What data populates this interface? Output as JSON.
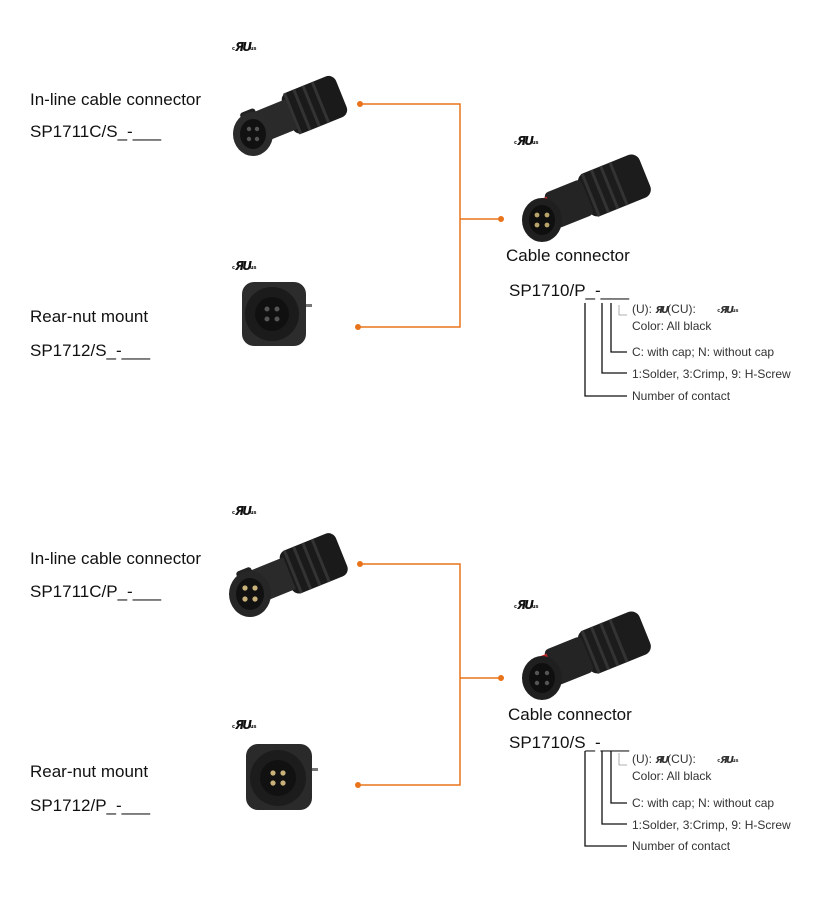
{
  "colors": {
    "link": "#e8731a",
    "ink": "#111111",
    "bracket": "#111111"
  },
  "cert_mark": {
    "c": "c",
    "r": "Я",
    "l": "U",
    "us": "us"
  },
  "set1": {
    "inline": {
      "title": "In-line cable connector",
      "code": "SP1711C/S_-___"
    },
    "rear": {
      "title": "Rear-nut mount",
      "code": "SP1712/S_-___"
    },
    "cable": {
      "title": "Cable connector",
      "code": "SP1710/P_-___"
    },
    "legend": {
      "cert_prefix": "(U):",
      "cert_mid": "(CU):",
      "color": "Color: All black",
      "cap": "C: with cap; N: without cap",
      "term": "1:Solder, 3:Crimp, 9: H-Screw",
      "contact": "Number of contact"
    }
  },
  "set2": {
    "inline": {
      "title": "In-line cable connector",
      "code": "SP1711C/P_-___"
    },
    "rear": {
      "title": "Rear-nut mount",
      "code": "SP1712/P_-___"
    },
    "cable": {
      "title": "Cable connector",
      "code": "SP1710/S_-___"
    },
    "legend": {
      "cert_prefix": "(U):",
      "cert_mid": "(CU):",
      "color": "Color: All black",
      "cap": "C: with cap; N: without cap",
      "term": "1:Solder, 3:Crimp, 9: H-Screw",
      "contact": "Number of contact"
    }
  }
}
